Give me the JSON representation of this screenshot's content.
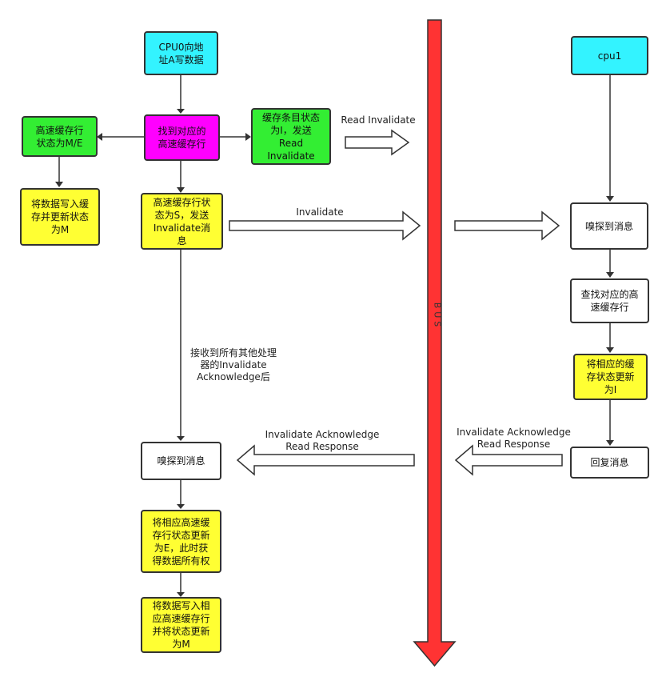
{
  "colors": {
    "cyan": "#33f3ff",
    "magenta": "#ff00ff",
    "green": "#33ee33",
    "yellow": "#ffff33",
    "white": "#ffffff",
    "bus": "#ff3333"
  },
  "nodes": {
    "cpu0_write": "CPU0向地\n址A写数据",
    "find_line": "找到对应的\n高速缓存行",
    "state_me": "高速缓存行\n状态为M/E",
    "write_cache_m": "将数据写入缓\n存并更新状态\n为M",
    "set_state_i_send": "缓存条目状态\n为I，发送\nRead\nInvalidate",
    "set_state_s_send": "高速缓存行状\n态为S，发送\nInvalidate消\n息",
    "snoop_left": "嗅探到消息",
    "update_e": "将相应高速缓\n存行状态更新\n为E，此时获\n得数据所有权",
    "write_update_m": "将数据写入相\n应高速缓存行\n并将状态更新\n为M",
    "cpu1": "cpu1",
    "snoop_right": "嗅探到消息",
    "find_line_right": "查找对应的高\n速缓存行",
    "update_i": "将相应的缓\n存状态更新\n为I",
    "reply": "回复消息"
  },
  "labels": {
    "read_invalidate": "Read Invalidate",
    "invalidate": "Invalidate",
    "after_ack": "接收到所有其他处理\n器的Invalidate\nAcknowledge后",
    "ack_resp_left": "Invalidate Acknowledge\nRead Response",
    "ack_resp_right": "Invalidate Acknowledge\nRead Response",
    "bus": "BUS"
  }
}
